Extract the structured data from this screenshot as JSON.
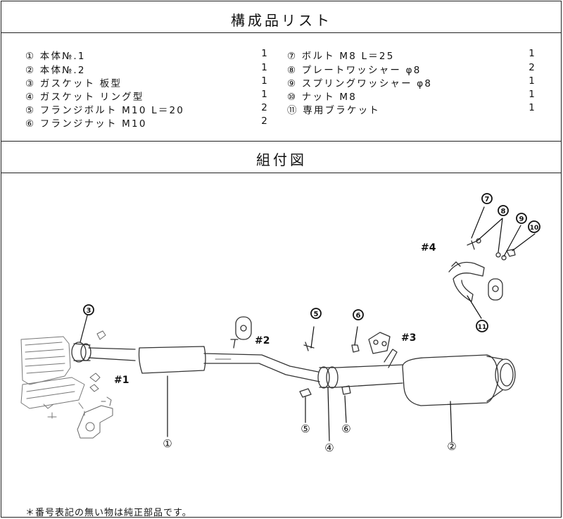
{
  "titles": {
    "parts_list": "構成品リスト",
    "assembly": "組付図"
  },
  "parts_left": [
    {
      "name": "① 本体№.1",
      "qty": "1"
    },
    {
      "name": "② 本体№.2",
      "qty": "1"
    },
    {
      "name": "③ ガスケット 板型",
      "qty": "1"
    },
    {
      "name": "④ ガスケット リング型",
      "qty": "1"
    },
    {
      "name": "⑤ フランジボルト M10 L＝20",
      "qty": "2"
    },
    {
      "name": "⑥ フランジナット M10",
      "qty": "2"
    }
  ],
  "parts_right": [
    {
      "name": "⑦ ボルト M8 L＝25",
      "qty": "1"
    },
    {
      "name": "⑧ プレートワッシャー φ8",
      "qty": "2"
    },
    {
      "name": "⑨ スプリングワッシャー φ8",
      "qty": "1"
    },
    {
      "name": "⑩ ナット M8",
      "qty": "1"
    },
    {
      "name": "⑪ 専用ブラケット",
      "qty": "1"
    }
  ],
  "diagram_labels": {
    "n1": "①",
    "n2": "②",
    "n3": "3",
    "n4": "④",
    "n5": "5",
    "n5b": "⑤",
    "n6": "6",
    "n6b": "⑥",
    "n7": "7",
    "n8": "8",
    "n9": "9",
    "n10": "10",
    "n11": "11",
    "hanger1": "#1",
    "hanger2": "#2",
    "hanger3": "#3",
    "hanger4": "#4"
  },
  "footnote": "＊番号表記の無い物は純正部品です。"
}
